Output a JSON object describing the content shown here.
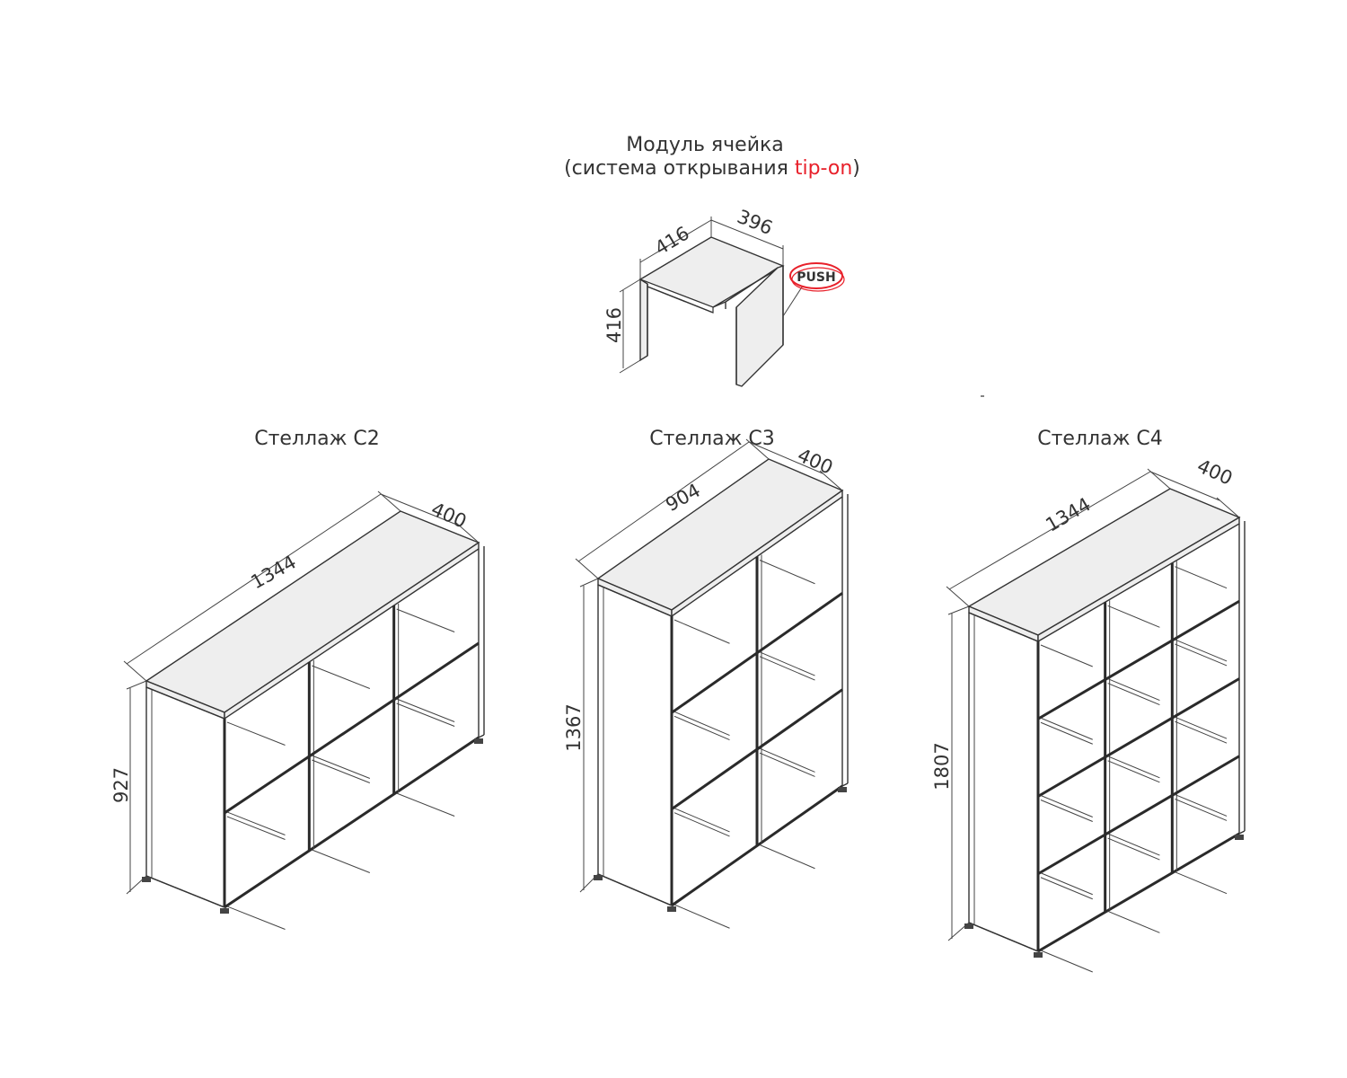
{
  "module": {
    "title_line1": "Модуль ячейка",
    "title_open": "(система открывания ",
    "title_accent": "tip-on",
    "title_close": ")",
    "dim_width": "416",
    "dim_depth": "396",
    "dim_height": "416",
    "push_label": "PUSH"
  },
  "shelves": [
    {
      "title": "Стеллаж С2",
      "width": "1344",
      "depth": "400",
      "height": "927"
    },
    {
      "title": "Стеллаж С3",
      "width": "904",
      "depth": "400",
      "height": "1367"
    },
    {
      "title": "Стеллаж С4",
      "width": "1344",
      "depth": "400",
      "height": "1807"
    }
  ],
  "colors": {
    "accent": "#e8202a",
    "line": "#333333"
  }
}
